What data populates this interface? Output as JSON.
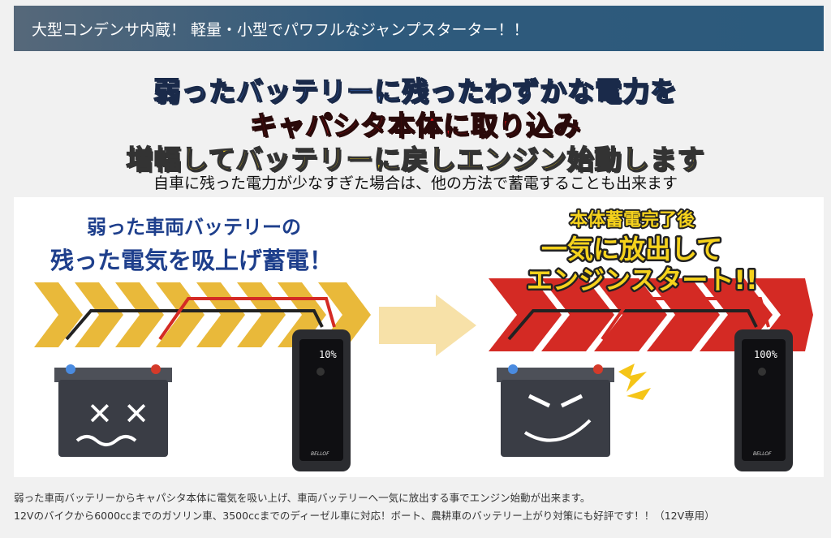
{
  "header": {
    "title": "大型コンデンサ内蔵！ 軽量・小型でパワフルなジャンプスターター！！"
  },
  "headline": {
    "line1": "弱ったバッテリーに残ったわずかな電力を",
    "line2": "キャパシタ本体に取り込み",
    "line3": "増幅してバッテリーに戻しエンジン始動します",
    "sub": "自車に残った電力が少なすぎた場合は、他の方法で蓄電することも出来ます"
  },
  "illustration": {
    "left_caption_1": "弱った車両バッテリーの",
    "left_caption_2": "残った電気を吸上げ蓄電！",
    "right_caption_1": "本体蓄電完了後",
    "right_caption_2": "一気に放出して",
    "right_caption_3": "エンジンスタート!!",
    "left_display": "10%",
    "right_display": "100%",
    "brand": "BELLOF",
    "colors": {
      "yellow": "#e9b93a",
      "red": "#d42a24",
      "navy": "#1e3f8c"
    }
  },
  "footer": {
    "line1": "弱った車両バッテリーからキャパシタ本体に電気を吸い上げ、車両バッテリーへ一気に放出する事でエンジン始動が出来ます。",
    "line2": "12Vのバイクから6000ccまでのガソリン車、3500ccまでのディーゼル車に対応！ボート、農耕車のバッテリー上がり対策にも好評です！！（12V専用）"
  }
}
